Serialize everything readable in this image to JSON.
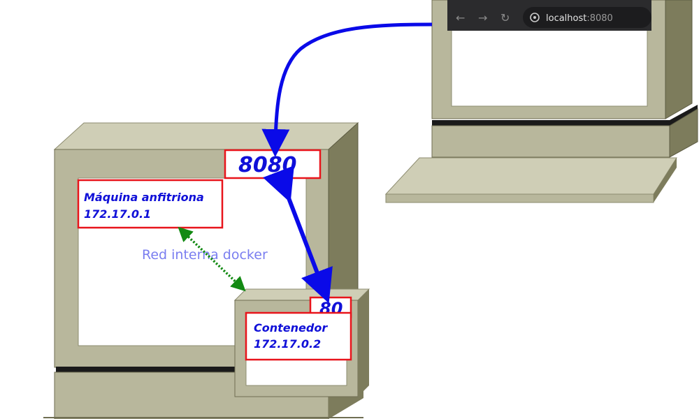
{
  "host": {
    "port_label": "8080",
    "title": "Máquina anfitriona",
    "ip": "172.17.0.1"
  },
  "container": {
    "port_label": "80",
    "title": "Contenedor",
    "ip": "172.17.0.2"
  },
  "network": {
    "label": "Red interna docker"
  },
  "browser": {
    "url_host": "localhost",
    "url_port": ":8080",
    "icons": [
      "back-arrow-icon",
      "forward-arrow-icon",
      "reload-icon",
      "site-info-icon"
    ]
  },
  "colors": {
    "computer_face": "#b8b79c",
    "computer_side": "#7d7c5c",
    "computer_top": "#cfceb6",
    "label_border": "#e8141b",
    "label_text": "#1010d8",
    "arrow_blue": "#0a0ae8",
    "network_green": "#138a13",
    "network_text": "#7a7ef0",
    "browser_bar": "#2b2b2d"
  }
}
